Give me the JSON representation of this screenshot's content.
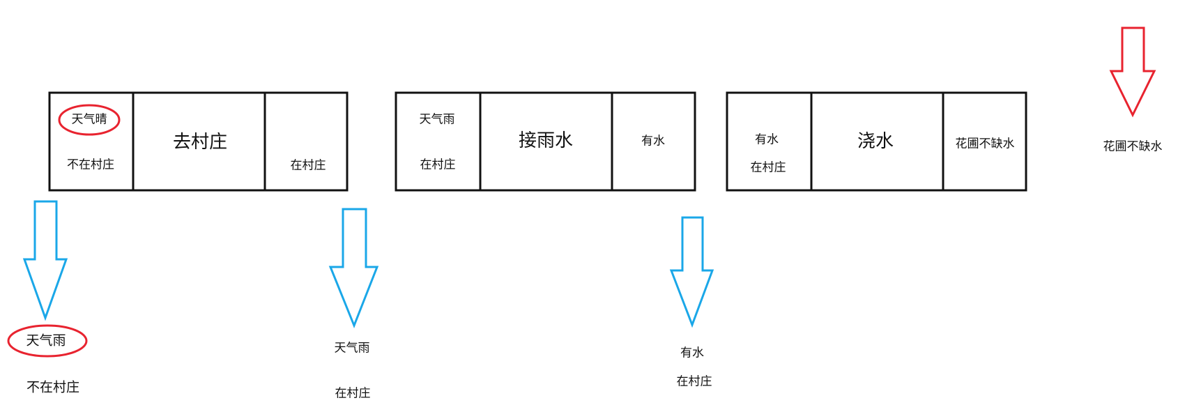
{
  "colors": {
    "box_border": "#111111",
    "blue_arrow": "#1aa7e8",
    "red_arrow": "#e8232f",
    "red_ellipse": "#e8232f",
    "text": "#111111"
  },
  "steps": [
    {
      "preconditions": [
        "天气晴",
        "不在村庄"
      ],
      "action": "去村庄",
      "effect": "在村庄"
    },
    {
      "preconditions": [
        "天气雨",
        "在村庄"
      ],
      "action": "接雨水",
      "effect": "有水"
    },
    {
      "preconditions": [
        "有水",
        "在村庄"
      ],
      "action": "浇水",
      "effect": "花圃不缺水"
    }
  ],
  "state_below": [
    {
      "lines": [
        "天气雨",
        "不在村庄"
      ]
    },
    {
      "lines": [
        "天气雨",
        "在村庄"
      ]
    },
    {
      "lines": [
        "有水",
        "在村庄"
      ]
    }
  ],
  "goal": {
    "label": "花圃不缺水"
  }
}
